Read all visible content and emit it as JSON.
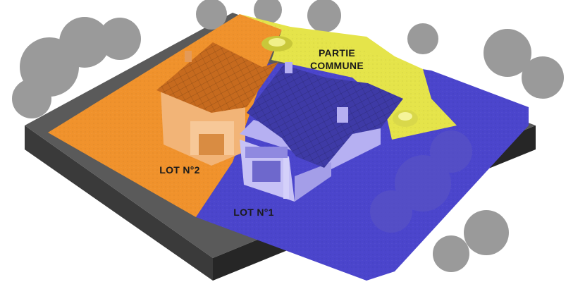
{
  "labels": {
    "partie_commune_line1": "PARTIE",
    "partie_commune_line2": "COMMUNE",
    "lot2": "LOT N°2",
    "lot1": "LOT N°1"
  },
  "colors": {
    "lot2": "#f0922c",
    "lot1": "#4b45cc",
    "partie_commune": "#e5e44a",
    "roof_lot2": "#c66a1e",
    "roof_lot1": "#3e3aa6",
    "house_lot1": "#b6b0f2",
    "house_lot2": "#f2b477",
    "trees": "#8d8d8d",
    "base": "#2d2d2d"
  }
}
